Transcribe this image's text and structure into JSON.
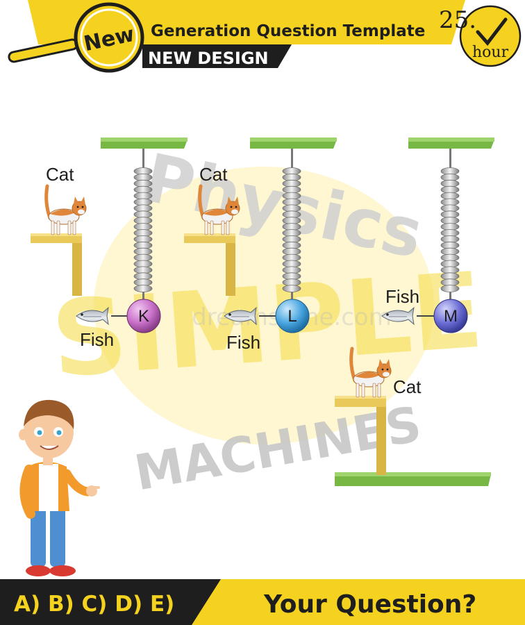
{
  "header": {
    "badge": "New",
    "title": "Generation Question Template",
    "subtitle": "NEW DESIGN",
    "timer_value": "25.",
    "timer_unit": "hour"
  },
  "watermark": {
    "line1": "Physics",
    "line2": "SIMPLE",
    "line3": "MACHINES",
    "dots": "dreamstime.com"
  },
  "panels": [
    {
      "ball": "K",
      "fish": "Fish",
      "cat": "Cat",
      "ball_color": "#c86fc8"
    },
    {
      "ball": "L",
      "fish": "Fish",
      "cat": "Cat",
      "ball_color": "#4aa6e0"
    },
    {
      "ball": "M",
      "fish": "Fish",
      "cat": "Cat",
      "ball_color": "#6c6ed6"
    }
  ],
  "footer": {
    "choices": "A) B) C) D) E)",
    "question": "Your Question?"
  },
  "colors": {
    "brand_yellow": "#f5d21f",
    "dark": "#1e1e1e",
    "platform_green": "#76b843",
    "wood": "#e9c95a"
  }
}
